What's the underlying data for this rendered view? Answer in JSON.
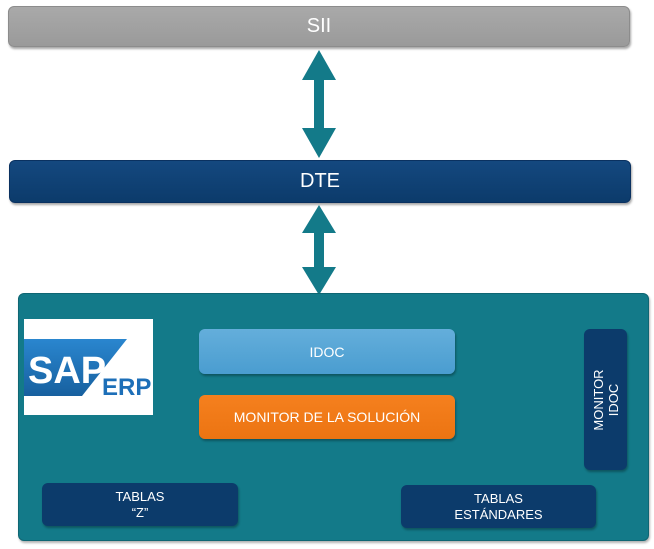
{
  "diagram": {
    "top_box": {
      "label": "SII"
    },
    "middle_box": {
      "label": "DTE"
    },
    "erp_panel": {
      "logo": {
        "brand": "SAP",
        "product": "ERP"
      },
      "idoc_box": {
        "label": "IDOC"
      },
      "monitor_solution_box": {
        "label": "MONITOR DE LA SOLUCIÓN"
      },
      "monitor_idoc_box": {
        "line1": "MONITOR",
        "line2": "IDOC"
      },
      "tablas_z_box": {
        "line1": "TABLAS",
        "line2": "“Z”"
      },
      "tablas_estandares_box": {
        "line1": "TABLAS",
        "line2": "ESTÁNDARES"
      }
    },
    "colors": {
      "top_box": "#a0a0a0",
      "dark_blue": "#0c3b6b",
      "teal_panel": "#137a89",
      "arrow": "#137a89",
      "idoc_box": "#56a4d5",
      "monitor_solution_box": "#f07a18",
      "sap_blue": "#1d6fb8"
    }
  }
}
